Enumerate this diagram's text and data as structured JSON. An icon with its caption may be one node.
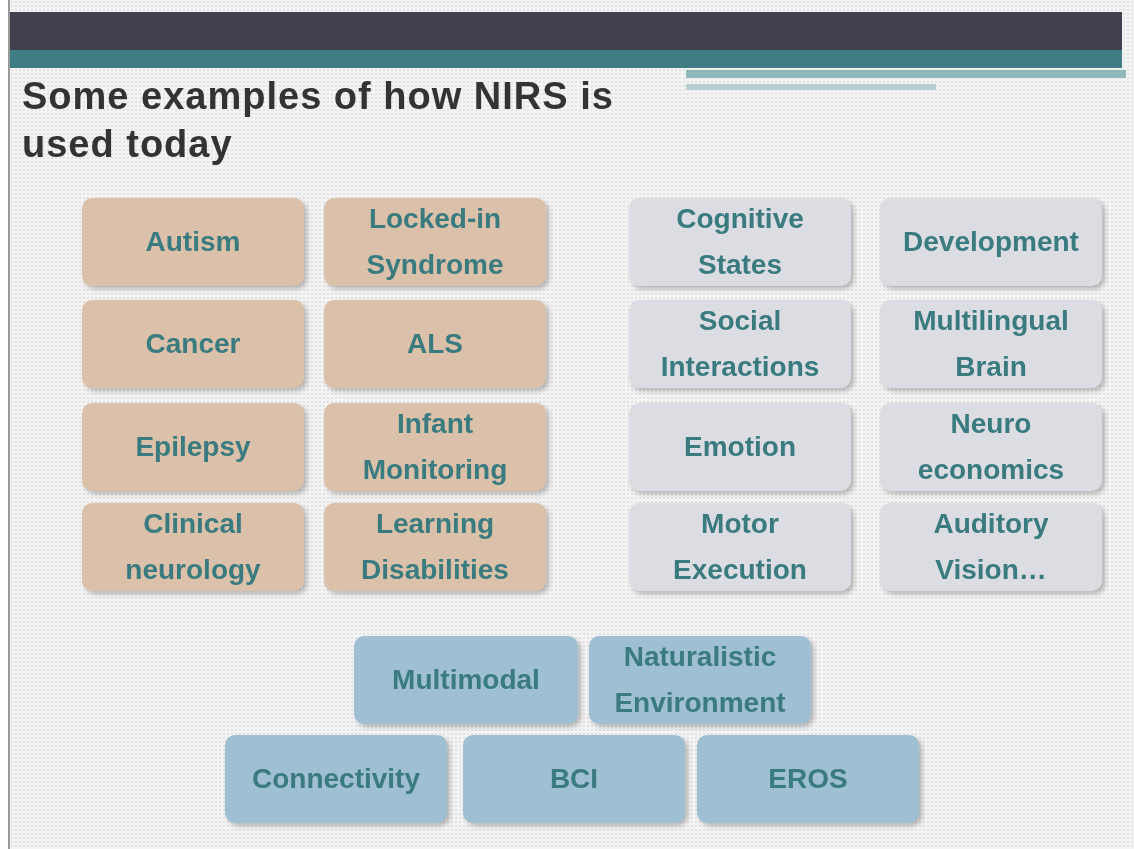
{
  "diagram": {
    "title": "Some examples of how NIRS is used today",
    "nodes": [
      {
        "text": [
          "Autism"
        ]
      },
      {
        "text": [
          "Locked-in Syndrome"
        ]
      },
      {
        "text": [
          "Cognitive States"
        ]
      },
      {
        "text": [
          "Development"
        ]
      },
      {
        "text": [
          "Cancer"
        ]
      },
      {
        "text": [
          "ALS"
        ]
      },
      {
        "text": [
          "Social Interactions"
        ]
      },
      {
        "text": [
          "Multilingual Brain"
        ]
      },
      {
        "text": [
          "Epilepsy"
        ]
      },
      {
        "text": [
          "Infant Monitoring"
        ]
      },
      {
        "text": [
          "Emotion"
        ]
      },
      {
        "text": [
          "Neuro economics"
        ]
      },
      {
        "text": [
          "Clinical neurology"
        ]
      },
      {
        "text": [
          "Learning Disabilities"
        ]
      },
      {
        "text": [
          "Motor Execution"
        ]
      },
      {
        "text": [
          "Auditory Vision…"
        ]
      },
      {
        "text": [
          "Multimodal"
        ]
      },
      {
        "text": [
          "Naturalistic Environment"
        ]
      },
      {
        "text": [
          "Connectivity"
        ]
      },
      {
        "text": [
          "BCI"
        ]
      },
      {
        "text": [
          "EROS"
        ]
      }
    ]
  }
}
